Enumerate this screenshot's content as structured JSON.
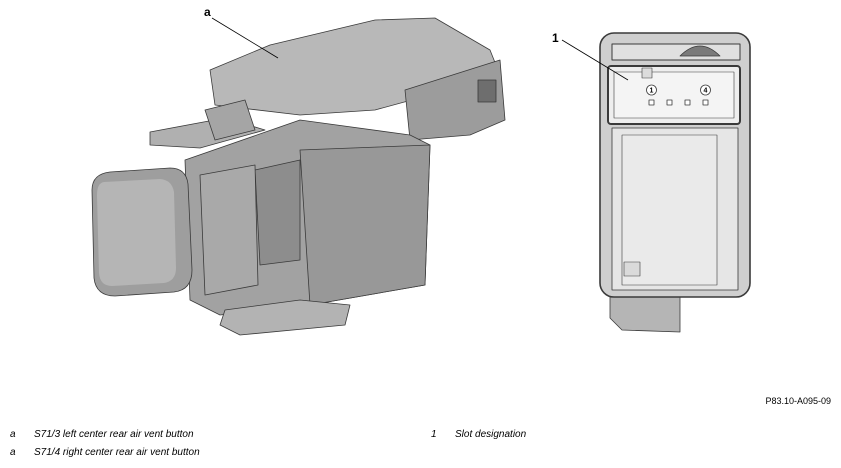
{
  "callouts": {
    "a": "a",
    "one": "1"
  },
  "pins": {
    "first": "1",
    "last": "4"
  },
  "figure_ref": "P83.10-A095-09",
  "legend_left": [
    {
      "key": "a",
      "text": "S71/3 left center rear air vent button"
    },
    {
      "key": "a",
      "text": "S71/4 right center rear air vent button"
    }
  ],
  "legend_right": [
    {
      "key": "1",
      "text": "Slot designation"
    }
  ],
  "colors": {
    "body": "#a8a8a8",
    "body_dark": "#8a8a8a",
    "body_light": "#c2c2c2",
    "outline": "#3a3a3a"
  }
}
